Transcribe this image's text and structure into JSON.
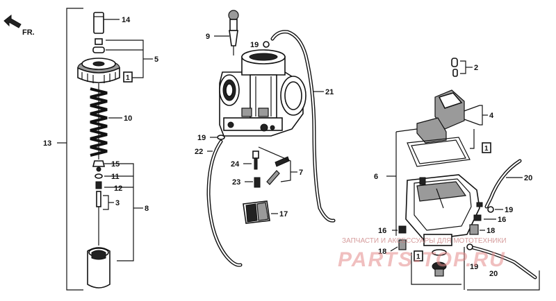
{
  "direction": {
    "label": "FR."
  },
  "callouts": {
    "c14": "14",
    "c5": "5",
    "c1a": "1",
    "c10": "10",
    "c13": "13",
    "c15": "15",
    "c11": "11",
    "c12": "12",
    "c3": "3",
    "c8": "8",
    "c9": "9",
    "c19a": "19",
    "c21": "21",
    "c19b": "19",
    "c22": "22",
    "c24": "24",
    "c23": "23",
    "c7": "7",
    "c17": "17",
    "c2": "2",
    "c4": "4",
    "c1b": "1",
    "c6": "6",
    "c20a": "20",
    "c19c": "19",
    "c16a": "16",
    "c16b": "16",
    "c18a": "18",
    "c18b": "18",
    "c1c": "1",
    "c19d": "19",
    "c20b": "20"
  },
  "watermark": {
    "line1": "ЗАПЧАСТИ И АКСЕССУАРЫ ДЛЯ МОТОТЕХНИКИ",
    "line2": "PARTS-TOP.RU"
  }
}
